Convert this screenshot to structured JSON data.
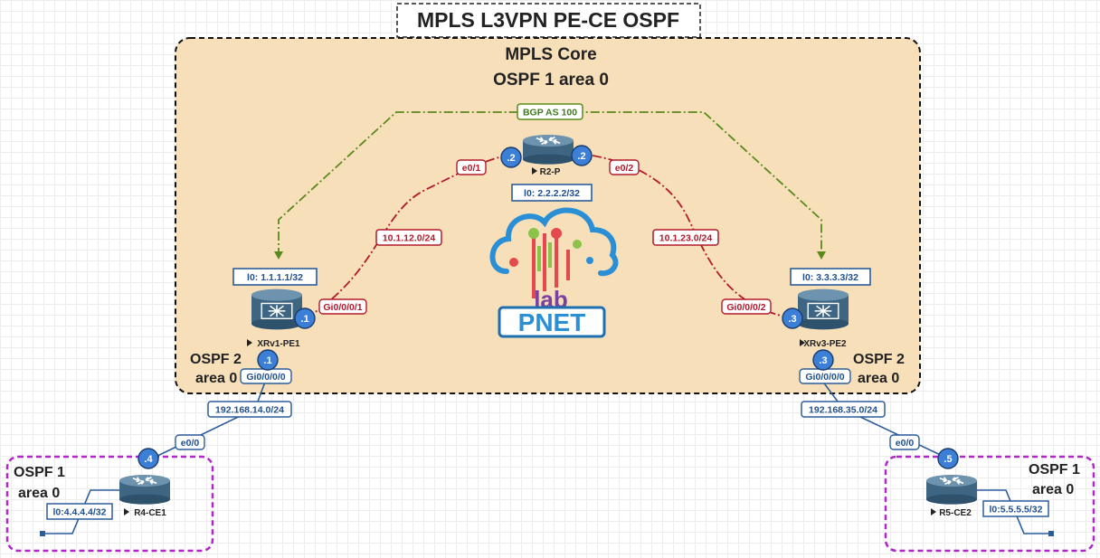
{
  "title": "MPLS L3VPN PE-CE OSPF",
  "core": {
    "name": "MPLS Core",
    "ospf": "OSPF 1 area 0",
    "bgp": "BGP AS 100"
  },
  "routers": {
    "r2": {
      "name": "R2-P",
      "loopback": "l0: 2.2.2.2/32",
      "if_left": "e0/1",
      "if_right": "e0/2",
      "ip_left": ".2",
      "ip_right": ".2"
    },
    "pe1": {
      "name": "XRv1-PE1",
      "loopback": "l0: 1.1.1.1/32",
      "if_core": "Gi0/0/0/1",
      "ip_core": ".1",
      "if_ce": "Gi0/0/0/0",
      "ip_ce": ".1"
    },
    "pe2": {
      "name": "XRv3-PE2",
      "loopback": "l0: 3.3.3.3/32",
      "if_core": "Gi0/0/0/2",
      "ip_core": ".3",
      "if_ce": "Gi0/0/0/0",
      "ip_ce": ".3"
    },
    "ce1": {
      "name": "R4-CE1",
      "loopback": "l0:4.4.4.4/32",
      "if": "e0/0",
      "ip": ".4"
    },
    "ce2": {
      "name": "R5-CE2",
      "loopback": "l0:5.5.5.5/32",
      "if": "e0/0",
      "ip": ".5"
    }
  },
  "links": {
    "pe1_r2": "10.1.12.0/24",
    "r2_pe2": "10.1.23.0/24",
    "pe1_ce1": "192.168.14.0/24",
    "pe2_ce2": "192.168.35.0/24"
  },
  "ospf_labels": {
    "pe1_line1": "OSPF 2",
    "pe1_line2": "area 0",
    "pe2_line1": "OSPF 2",
    "pe2_line2": "area 0",
    "ce1_line1": "OSPF 1",
    "ce1_line2": "area 0",
    "ce2_line1": "OSPF 1",
    "ce2_line2": "area 0"
  },
  "logo": {
    "text1": "lab",
    "text2": "PNET"
  },
  "colors": {
    "core_fill": "#f6dfb9",
    "bgp_green": "#5a8a1c",
    "link_red": "#b21a2c",
    "link_blue": "#2b5d9b",
    "badge_blue": "#3b7fd6",
    "site_purple": "#b026c8"
  }
}
